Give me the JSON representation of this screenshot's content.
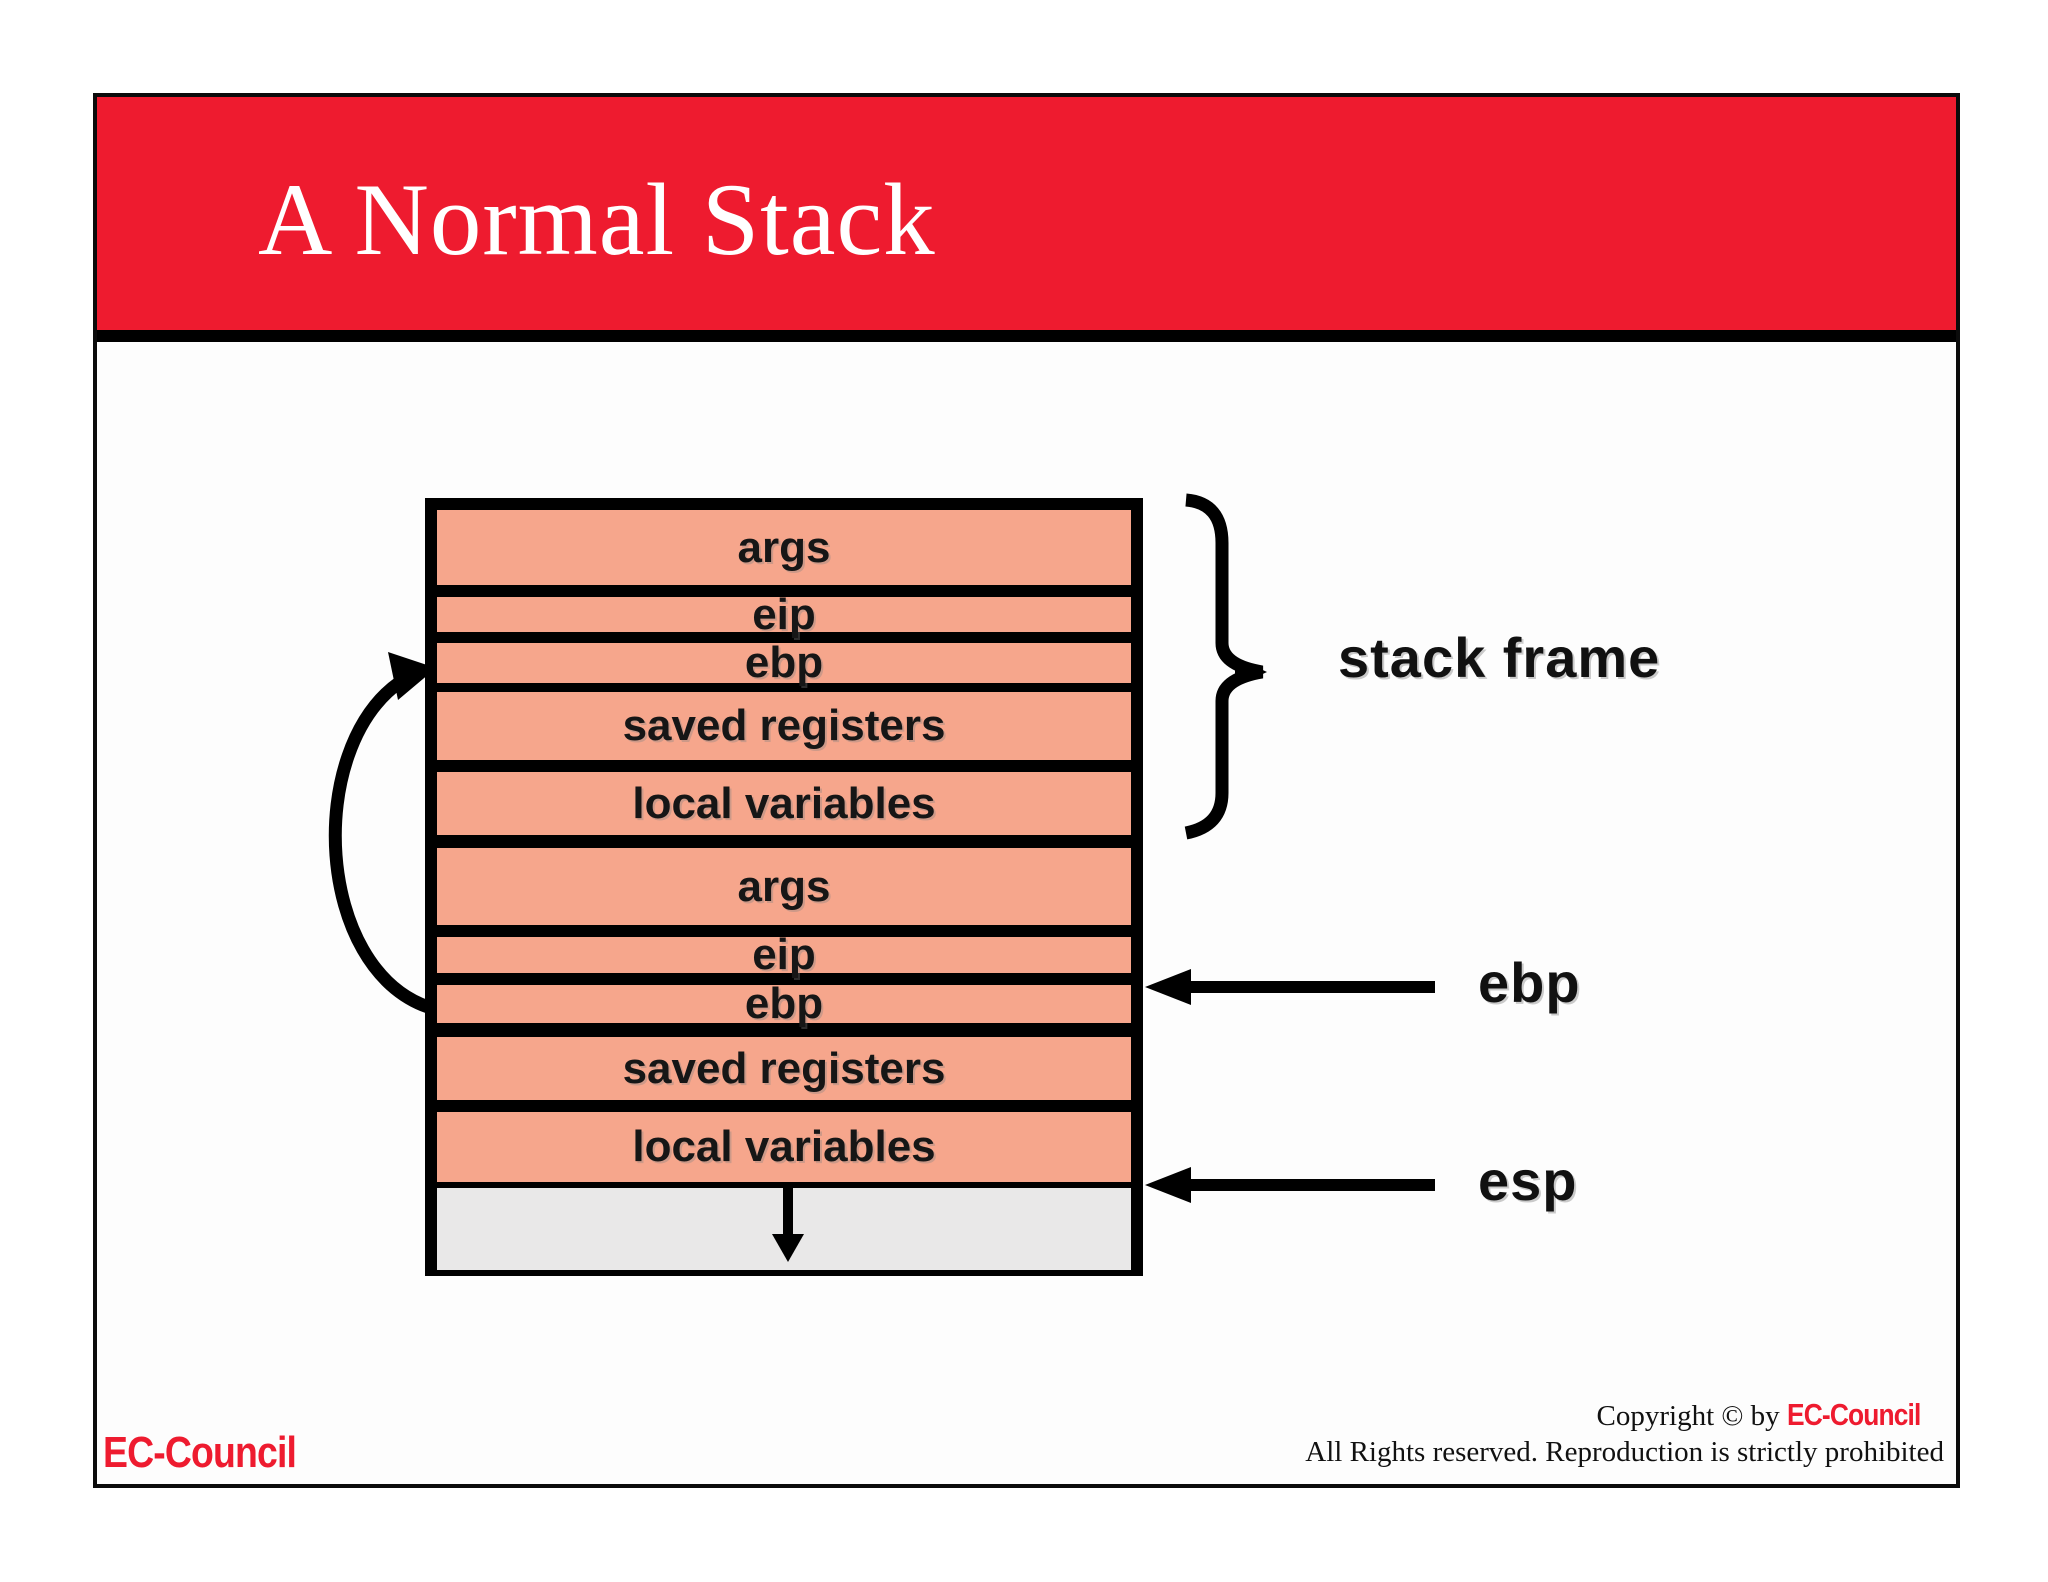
{
  "slide": {
    "title": "A Normal Stack"
  },
  "diagram": {
    "rows": [
      "args",
      "eip",
      "ebp",
      "saved registers",
      "local variables",
      "args",
      "eip",
      "ebp",
      "saved registers",
      "local variables"
    ],
    "stack_frame_label": "stack frame",
    "ebp_label": "ebp",
    "esp_label": "esp"
  },
  "footer": {
    "logo": "EC-Council",
    "copyright_prefix": "Copyright © by ",
    "copyright_brand": "EC-Council",
    "rights_line": "All Rights reserved. Reproduction is strictly prohibited"
  },
  "colors": {
    "banner_red": "#EE1B2F",
    "row_fill": "#F6A68C",
    "free_space_fill": "#E9E8E8",
    "outline_black": "#000000"
  }
}
